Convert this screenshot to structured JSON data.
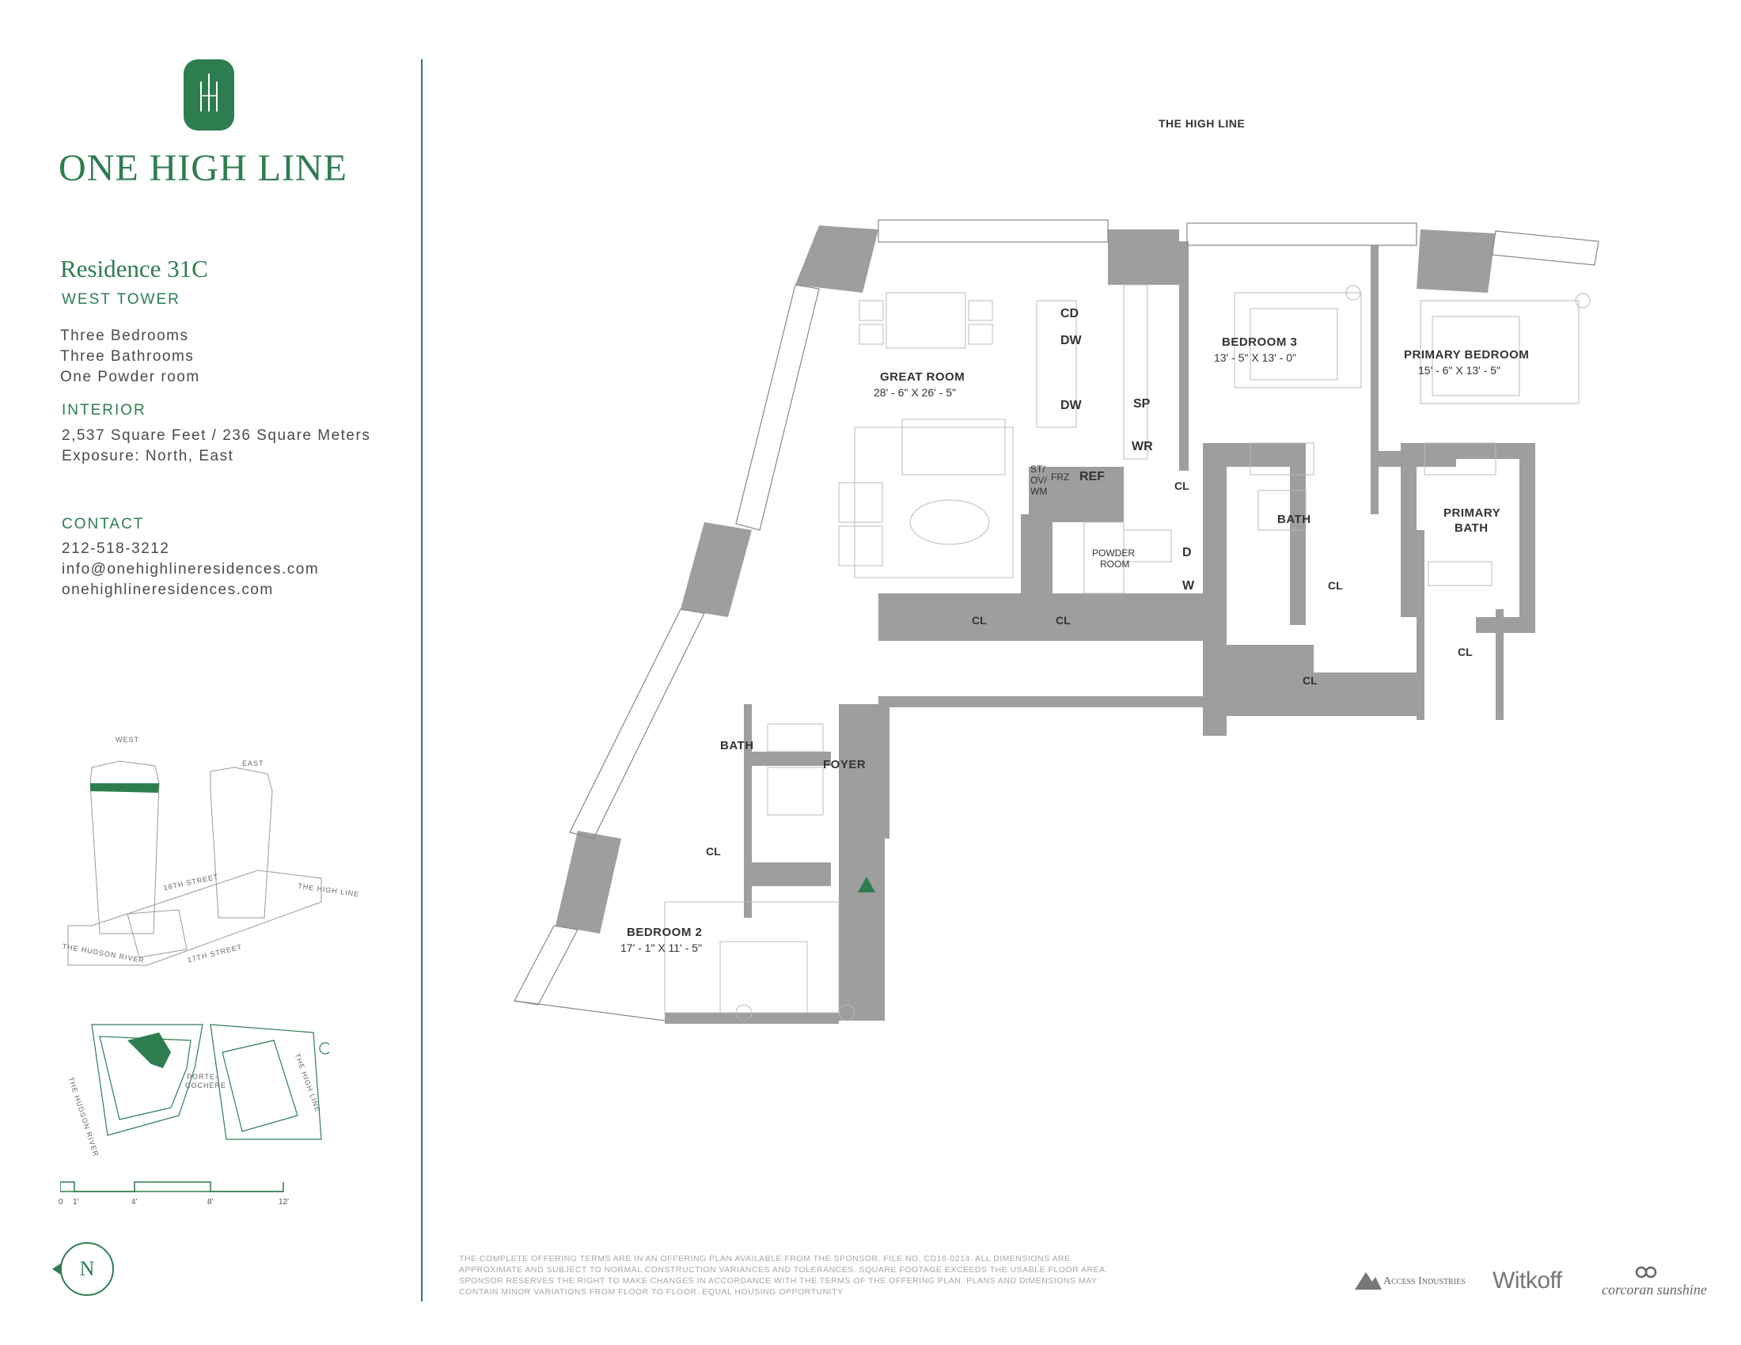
{
  "brand": {
    "name": "ONE HIGH LINE"
  },
  "residence": {
    "title": "Residence 31C",
    "tower": "WEST TOWER",
    "features": [
      "Three Bedrooms",
      "Three Bathrooms",
      "One Powder room"
    ]
  },
  "interior": {
    "label": "INTERIOR",
    "area": "2,537 Square Feet / 236 Square Meters",
    "exposure": "Exposure: North, East"
  },
  "contact": {
    "label": "CONTACT",
    "phone": "212-518-3212",
    "email": "info@onehighlineresidences.com",
    "website": "onehighlineresidences.com"
  },
  "key_plan": {
    "west": "WEST",
    "east": "EAST",
    "street_18": "18TH STREET",
    "street_17": "17TH STREET",
    "high_line": "THE HIGH LINE",
    "hudson": "THE HUDSON RIVER",
    "site_high_line": "THE HIGH LINE",
    "site_hudson": "THE HUDSON RIVER",
    "porte": "PORTE-",
    "cochere": "COCHERE"
  },
  "scale": {
    "labels": [
      "0",
      "1'",
      "4'",
      "8'",
      "12'"
    ]
  },
  "compass": {
    "letter": "N"
  },
  "plan": {
    "street_label": "THE HIGH LINE",
    "rooms": {
      "great_room": {
        "name": "GREAT ROOM",
        "dims": "28' - 6\" X 26' - 5\""
      },
      "bedroom3": {
        "name": "BEDROOM 3",
        "dims": "13' - 5\" X 13' - 0\""
      },
      "primary_bedroom": {
        "name": "PRIMARY BEDROOM",
        "dims": "15' - 6\" X 13' - 5\""
      },
      "bedroom2": {
        "name": "BEDROOM 2",
        "dims": "17' - 1\" X 11' - 5\""
      },
      "bath1": "BATH",
      "bath2": "BATH",
      "primary_bath_1": "PRIMARY",
      "primary_bath_2": "BATH",
      "powder_1": "POWDER",
      "powder_2": "ROOM",
      "foyer": "FOYER"
    },
    "appliances": {
      "cd": "CD",
      "dw1": "DW",
      "dw2": "DW",
      "sp": "SP",
      "wr": "WR",
      "ref": "REF",
      "frz": "FRZ",
      "st": "ST/",
      "ov": "OV/",
      "wm": "WM",
      "d": "D",
      "w": "W"
    },
    "closets": {
      "cl1": "CL",
      "cl2": "CL",
      "cl3": "CL",
      "cl4": "CL",
      "cl5": "CL",
      "cl6": "CL",
      "cl7": "CL"
    }
  },
  "disclaimer": "THE COMPLETE OFFERING TERMS ARE IN AN OFFERING PLAN AVAILABLE FROM THE SPONSOR. FILE NO. CD16-0214. ALL DIMENSIONS ARE APPROXIMATE AND SUBJECT TO NORMAL CONSTRUCTION VARIANCES AND TOLERANCES. SQUARE FOOTAGE EXCEEDS THE USABLE FLOOR AREA. SPONSOR RESERVES THE RIGHT TO MAKE CHANGES IN ACCORDANCE WITH THE TERMS OF THE OFFERING PLAN. PLANS AND DIMENSIONS MAY CONTAIN MINOR VARIATIONS FROM FLOOR TO FLOOR. EQUAL HOUSING OPPORTUNITY",
  "partners": {
    "access": "Access Industries",
    "witkoff": "Witkoff",
    "corcoran": "corcoran sunshine"
  },
  "colors": {
    "accent": "#2e7d4f",
    "wall": "#9e9e9e",
    "text": "#3a3a3a"
  }
}
